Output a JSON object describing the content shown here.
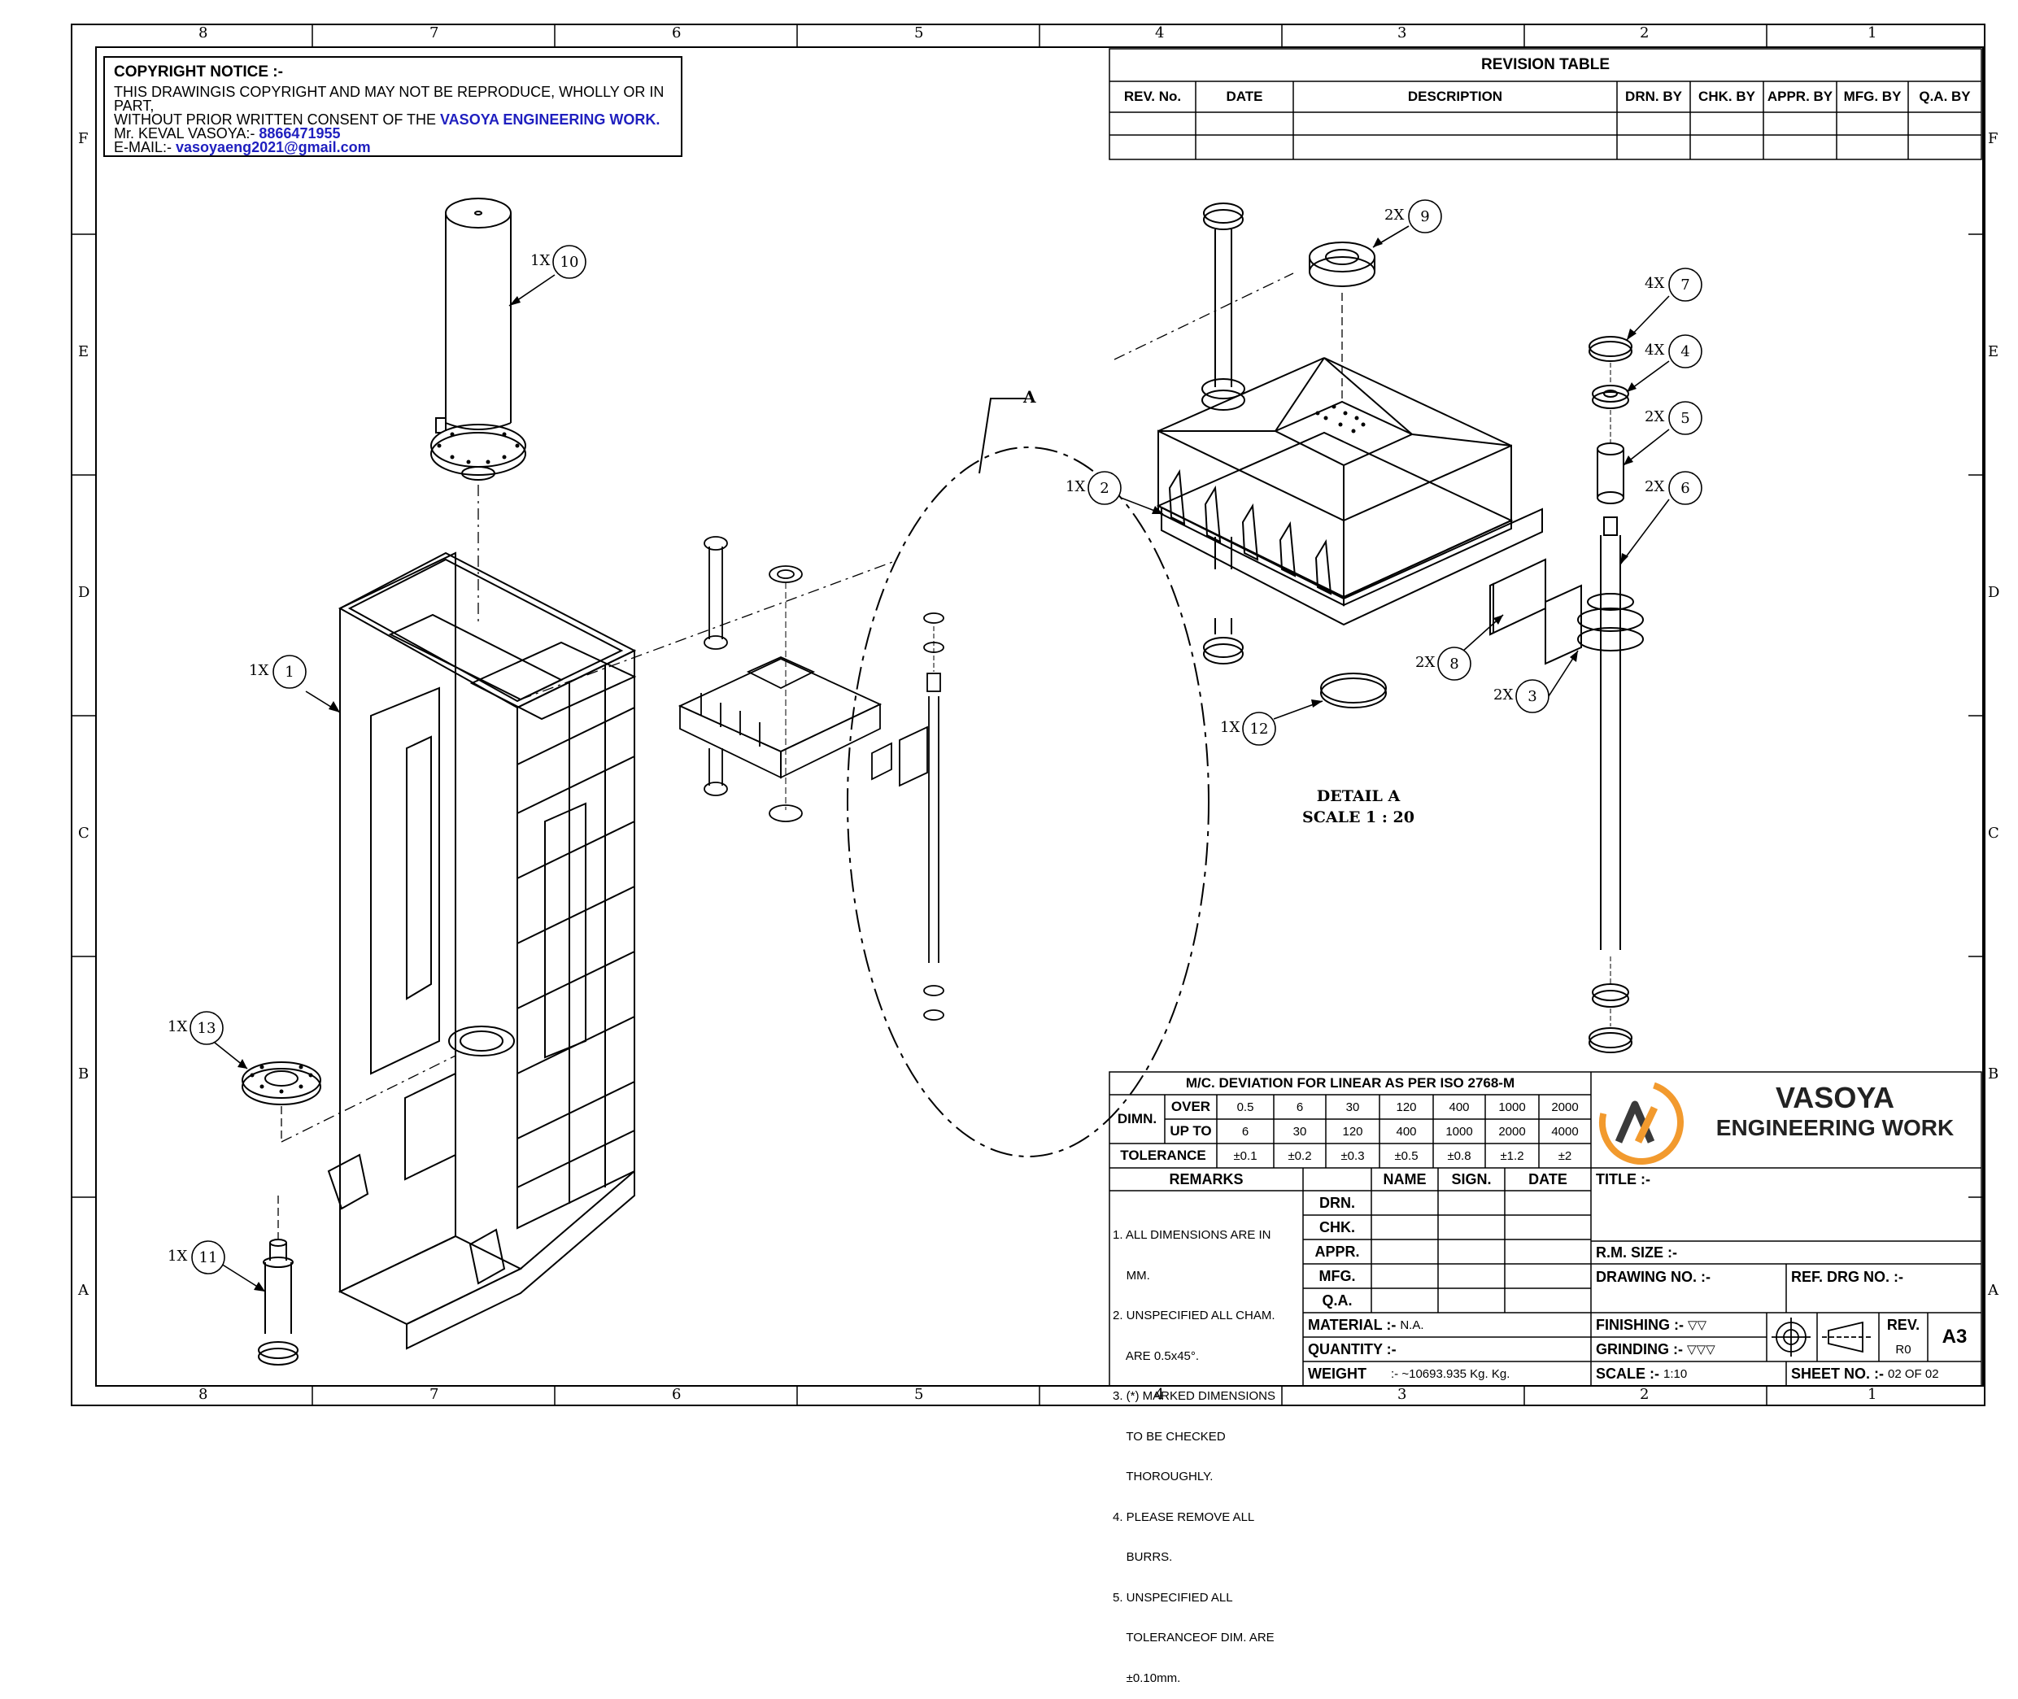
{
  "copyright": {
    "heading": "COPYRIGHT NOTICE :-",
    "line1": "THIS DRAWINGIS COPYRIGHT AND MAY NOT BE REPRODUCE, WHOLLY OR IN PART,",
    "line2_prefix": "WITHOUT PRIOR WRITTEN CONSENT OF THE ",
    "line2_company": "VASOYA ENGINEERING WORK.",
    "phone_prefix": "Mr. KEVAL VASOYA:- ",
    "phone": "8866471955",
    "email_prefix": "E-MAIL:- ",
    "email": "vasoyaeng2021@gmail.com"
  },
  "zones": {
    "columns": [
      "8",
      "7",
      "6",
      "5",
      "4",
      "3",
      "2",
      "1"
    ],
    "rows": [
      "F",
      "E",
      "D",
      "C",
      "B",
      "A"
    ]
  },
  "revision_table": {
    "title": "REVISION TABLE",
    "headers": [
      "REV. No.",
      "DATE",
      "DESCRIPTION",
      "DRN. BY",
      "CHK. BY",
      "APPR. BY",
      "MFG. BY",
      "Q.A. BY"
    ]
  },
  "callouts": [
    {
      "qty": "1X",
      "num": "10"
    },
    {
      "qty": "1X",
      "num": "1"
    },
    {
      "qty": "1X",
      "num": "13"
    },
    {
      "qty": "1X",
      "num": "11"
    },
    {
      "qty": "2X",
      "num": "9"
    },
    {
      "qty": "4X",
      "num": "7"
    },
    {
      "qty": "4X",
      "num": "4"
    },
    {
      "qty": "2X",
      "num": "5"
    },
    {
      "qty": "2X",
      "num": "6"
    },
    {
      "qty": "1X",
      "num": "2"
    },
    {
      "qty": "2X",
      "num": "8"
    },
    {
      "qty": "2X",
      "num": "3"
    },
    {
      "qty": "1X",
      "num": "12"
    }
  ],
  "detail_marker": "A",
  "detail_label": "DETAIL A",
  "detail_scale": "SCALE 1 : 20",
  "tolerance": {
    "title": "M/C.  DEVIATION FOR LINEAR AS PER ISO 2768-M",
    "dimn": "DIMN.",
    "over": "OVER",
    "upto": "UP TO",
    "tol": "TOLERANCE",
    "over_vals": [
      "0.5",
      "6",
      "30",
      "120",
      "400",
      "1000",
      "2000"
    ],
    "upto_vals": [
      "6",
      "30",
      "120",
      "400",
      "1000",
      "2000",
      "4000"
    ],
    "tol_vals": [
      "±0.1",
      "±0.2",
      "±0.3",
      "±0.5",
      "±0.8",
      "±1.2",
      "±2"
    ]
  },
  "company": {
    "line1": "VASOYA",
    "line2": "ENGINEERING WORK",
    "brand_orange": "#f29a2e",
    "brand_dark": "#3a3a3a"
  },
  "remarks": {
    "heading": "REMARKS",
    "lines": [
      "1. ALL DIMENSIONS ARE IN",
      "    MM.",
      "2. UNSPECIFIED ALL CHAM.",
      "    ARE 0.5x45°.",
      "3. (*) MARKED DIMENSIONS",
      "    TO BE CHECKED",
      "    THOROUGHLY.",
      "4. PLEASE REMOVE ALL",
      "    BURRS.",
      "5. UNSPECIFIED ALL",
      "    TOLERANCEOF DIM. ARE",
      "    ±0.10mm."
    ]
  },
  "signoff": {
    "headers": [
      "NAME",
      "SIGN.",
      "DATE"
    ],
    "roles": [
      "DRN.",
      "CHK.",
      "APPR.",
      "MFG.",
      "Q.A."
    ]
  },
  "title_block": {
    "title_label": "TITLE :-",
    "rm_size": "R.M. SIZE :-",
    "drawing_no": "DRAWING NO. :-",
    "ref_drg": "REF. DRG NO. :-",
    "material_label": "MATERIAL :-",
    "material_value": "N.A.",
    "quantity_label": "QUANTITY :-",
    "weight_label": "WEIGHT",
    "weight_value": ":- ~10693.935 Kg. Kg.",
    "finishing_label": "FINISHING  :-",
    "finishing_value": "▽▽",
    "grinding_label": "GRINDING  :-",
    "grinding_value": "▽▽▽",
    "scale_label": "SCALE :-",
    "scale_value": "1:10",
    "sheet_label": "SHEET NO. :-",
    "sheet_value": "02 OF 02",
    "rev_label": "REV.",
    "rev_value": "R0",
    "size": "A3"
  }
}
